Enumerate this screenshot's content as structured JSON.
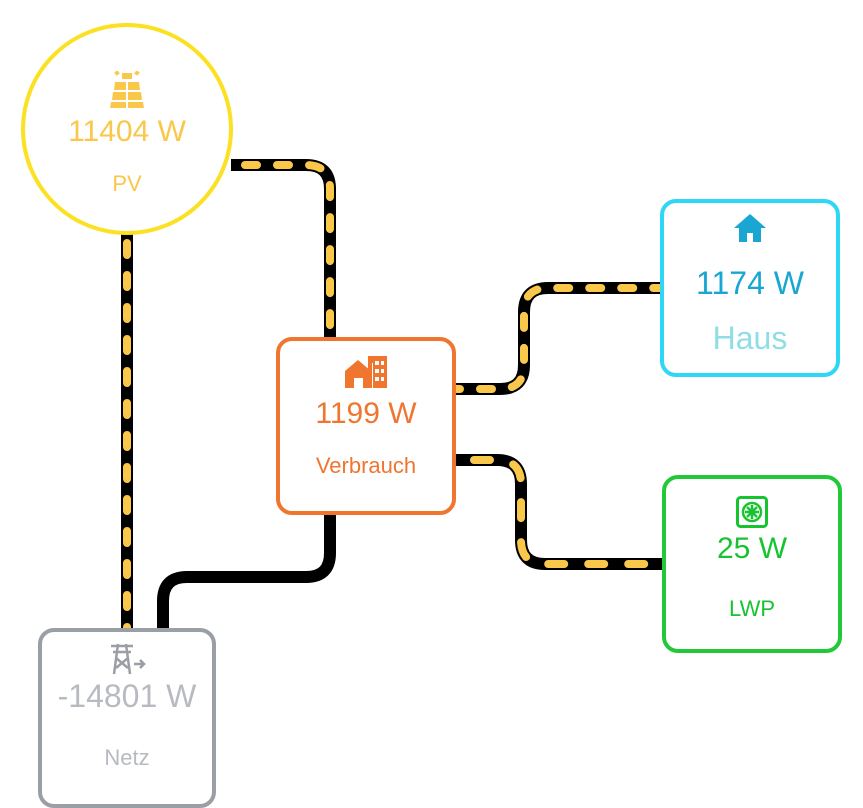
{
  "colors": {
    "pv": "#fbe122",
    "verbrauch": "#f0752f",
    "haus": "#2fd7f6",
    "lwp": "#22c838",
    "netz": "#9a9ea5",
    "flow_line": "#000000",
    "flow_dash": "#f9c74a"
  },
  "nodes": {
    "pv": {
      "value": "11404 W",
      "label": "PV",
      "icon": "solar-panel-icon"
    },
    "verbrauch": {
      "value": "1199 W",
      "label": "Verbrauch",
      "icon": "home-city-icon"
    },
    "haus": {
      "value": "1174 W",
      "label": "Haus",
      "icon": "home-icon"
    },
    "lwp": {
      "value": "25 W",
      "label": "LWP",
      "icon": "heat-pump-icon"
    },
    "netz": {
      "value": "-14801 W",
      "label": "Netz",
      "icon": "transmission-tower-export-icon"
    }
  },
  "flows": [
    {
      "from": "pv",
      "to": "verbrauch",
      "active": true
    },
    {
      "from": "pv",
      "to": "netz",
      "active": true
    },
    {
      "from": "netz",
      "to": "verbrauch",
      "active": false
    },
    {
      "from": "verbrauch",
      "to": "haus",
      "active": true
    },
    {
      "from": "verbrauch",
      "to": "lwp",
      "active": true
    }
  ]
}
